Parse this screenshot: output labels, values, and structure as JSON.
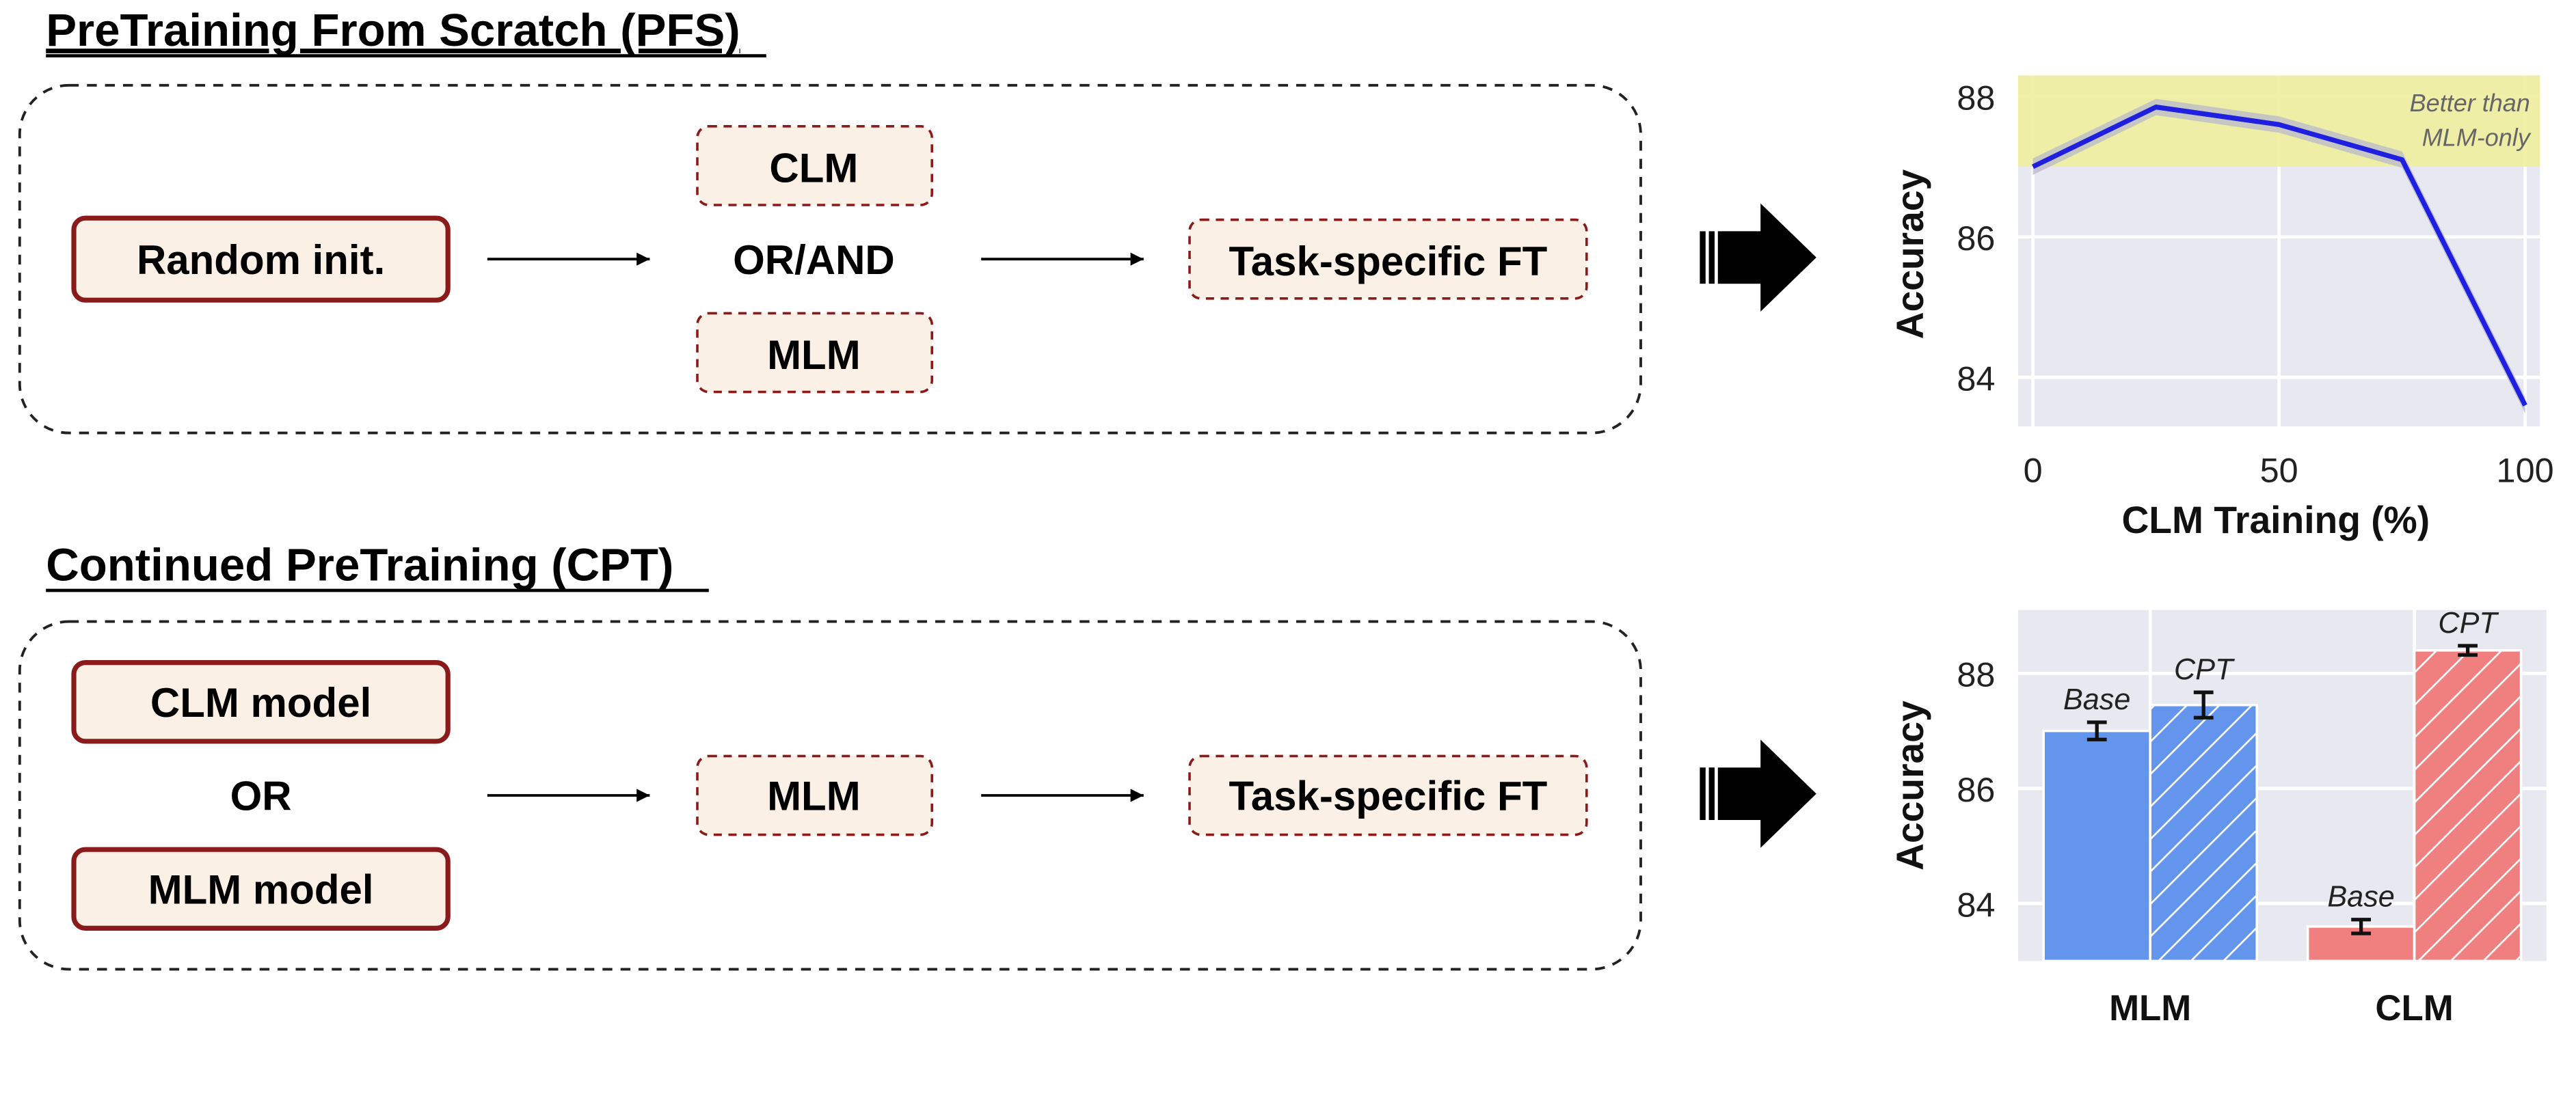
{
  "pfs": {
    "title": "PreTraining From Scratch (PFS)",
    "start": "Random init.",
    "option_top": "CLM",
    "connector": "OR/AND",
    "option_bottom": "MLM",
    "end": "Task-specific FT"
  },
  "cpt": {
    "title": "Continued PreTraining (CPT)",
    "start_top": "CLM model",
    "connector": "OR",
    "start_bottom": "MLM model",
    "middle": "MLM",
    "end": "Task-specific FT"
  },
  "colors": {
    "solid_box_border": "#8b1a1a",
    "box_fill": "#faf0e6",
    "dashed_box_border": "#8b1a1a",
    "plot_bg": "#e8e8f0",
    "line": "#1f1fe0",
    "highlight": "#f0ee9e",
    "mlm_bar": "#6495ed",
    "clm_bar": "#f08080"
  },
  "chart_data": [
    {
      "type": "line",
      "x": [
        0,
        25,
        50,
        75,
        100
      ],
      "y": [
        87.0,
        87.85,
        87.6,
        87.1,
        83.6
      ],
      "xlabel": "CLM Training (%)",
      "ylabel": "Accuracy",
      "xticks": [
        "0",
        "50",
        "100"
      ],
      "yticks": [
        "84",
        "86",
        "88"
      ],
      "xlim": [
        -3,
        103
      ],
      "ylim": [
        83.3,
        88.3
      ],
      "highlight_band": [
        87.0,
        88.3
      ],
      "annotation": [
        "Better than",
        "MLM-only"
      ],
      "grid": true
    },
    {
      "type": "bar",
      "categories": [
        "MLM",
        "CLM"
      ],
      "series": [
        {
          "values": [
            87.0,
            83.6
          ],
          "errors": [
            0.15,
            0.12
          ],
          "bar_labels": [
            "Base",
            "Base"
          ],
          "hatch": false
        },
        {
          "values": [
            87.45,
            88.4
          ],
          "errors": [
            0.22,
            0.08
          ],
          "bar_labels": [
            "CPT",
            "CPT"
          ],
          "hatch": true
        }
      ],
      "ylabel": "Accuracy",
      "yticks": [
        "84",
        "86",
        "88"
      ],
      "ylim": [
        83.0,
        89.1
      ],
      "grid": true
    }
  ]
}
